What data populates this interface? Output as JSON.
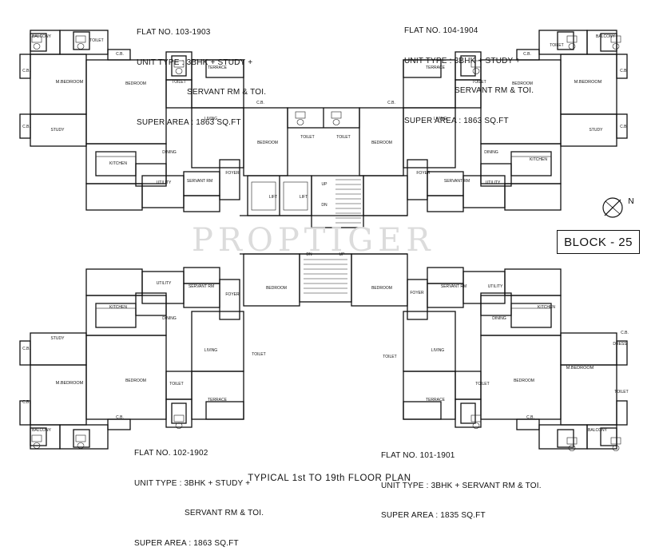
{
  "flats": [
    {
      "no": "FLAT NO. 103-1903",
      "type1": "UNIT TYPE : 3BHK + STUDY +",
      "type2": "SERVANT RM & TOI.",
      "area": "SUPER AREA : 1863 SQ.FT"
    },
    {
      "no": "FLAT NO. 104-1904",
      "type1": "UNIT TYPE : 3BHK + STUDY +",
      "type2": "SERVANT RM & TOI.",
      "area": "SUPER AREA : 1863 SQ.FT"
    },
    {
      "no": "FLAT NO. 102-1902",
      "type1": "UNIT TYPE : 3BHK + STUDY +",
      "type2": "SERVANT RM & TOI.",
      "area": "SUPER AREA : 1863 SQ.FT"
    },
    {
      "no": "FLAT NO. 101-1901",
      "type1": "UNIT TYPE : 3BHK + SERVANT RM & TOI.",
      "type2": "",
      "area": "SUPER AREA : 1835 SQ.FT"
    }
  ],
  "block_label": "BLOCK - 25",
  "north_label": "N",
  "footer": "TYPICAL 1st TO 19th FLOOR PLAN",
  "watermark": "PROPTIGER",
  "rooms": {
    "balcony": "BALCONY",
    "toilet": "TOILET",
    "cb": "C.B.",
    "terrace": "TERRACE",
    "mbedroom": "M.BEDROOM",
    "bedroom": "BEDROOM",
    "living": "LIVING",
    "study": "STUDY",
    "dining": "DINING",
    "kitchen": "KITCHEN",
    "utility": "UTILITY",
    "servant_rm": "SERVANT RM",
    "foyer": "FOYER",
    "lift": "LIFT",
    "dress": "DRESS",
    "up": "UP",
    "dn": "DN"
  }
}
